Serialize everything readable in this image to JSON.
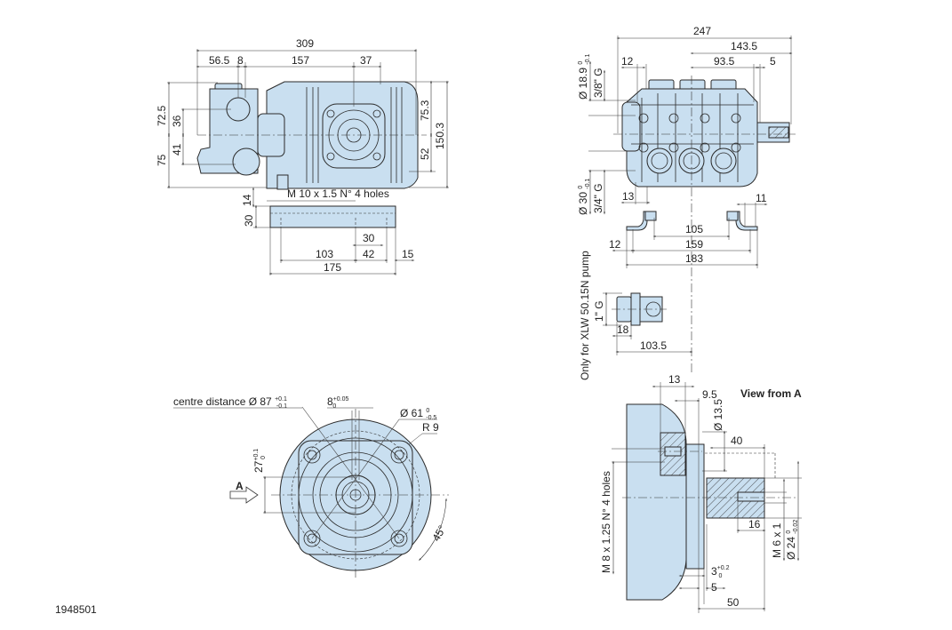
{
  "side_view": {
    "d_309": "309",
    "d_56_5": "56.5",
    "d_8": "8",
    "d_157": "157",
    "d_37": "37",
    "d_72_5": "72.5",
    "d_36": "36",
    "d_75": "75",
    "d_41": "41",
    "d_75_3": "75.3",
    "d_150_3": "150.3",
    "d_52": "52",
    "d_14": "14",
    "mount_thread": "M 10 x 1.5 N° 4 holes",
    "d_30_height": "30",
    "d_30": "30",
    "d_103": "103",
    "d_42": "42",
    "d_15": "15",
    "d_175": "175"
  },
  "front_view": {
    "d_247": "247",
    "d_143_5": "143.5",
    "d_93_5": "93.5",
    "d_5": "5",
    "d_12_top": "12",
    "inlet_dia": "Ø 18.9",
    "inlet_tol_upper": "0",
    "inlet_tol_lower": "-0.1",
    "inlet_thread": "3/8\" G",
    "outlet_dia": "Ø 30",
    "outlet_tol_upper": "0",
    "outlet_tol_lower": "-0.1",
    "outlet_thread": "3/4\" G",
    "d_13": "13",
    "d_11": "11",
    "d_105": "105",
    "d_12": "12",
    "d_159": "159",
    "d_183": "183"
  },
  "xlw_detail": {
    "note": "Only for XLW 50.15N pump",
    "thread": "1\" G",
    "d_18": "18",
    "d_103_5": "103.5"
  },
  "flange_view": {
    "centre_distance": "centre distance Ø 87",
    "cd_tol_upper": "+0.1",
    "cd_tol_lower": "-0.1",
    "key_width": "8",
    "key_tol_upper": "+0.05",
    "key_tol_lower": "0",
    "spigot_dia": "Ø 61",
    "spigot_tol_upper": "0",
    "spigot_tol_lower": "-0.5",
    "radius": "R 9",
    "key_height": "27",
    "kh_tol_upper": "+0.1",
    "kh_tol_lower": "0",
    "view_arrow": "A",
    "angle": "45°"
  },
  "shaft_view": {
    "title": "View from A",
    "d_13": "13",
    "d_9_5": "9.5",
    "bore_dia": "Ø 13.5",
    "d_40": "40",
    "flange_thread": "M 8 x 1.25 N° 4 holes",
    "d_16": "16",
    "shaft_thread": "M 6 x 1",
    "shaft_dia": "Ø 24",
    "sd_tol_upper": "0",
    "sd_tol_lower": "-0.02",
    "d_3": "3",
    "d3_tol_upper": "+0.2",
    "d3_tol_lower": "0",
    "d_5": "5",
    "d_50": "50"
  },
  "drawing_number": "1948501",
  "colors": {
    "part_fill": "#c9dff0",
    "line": "#2a2a2a"
  }
}
